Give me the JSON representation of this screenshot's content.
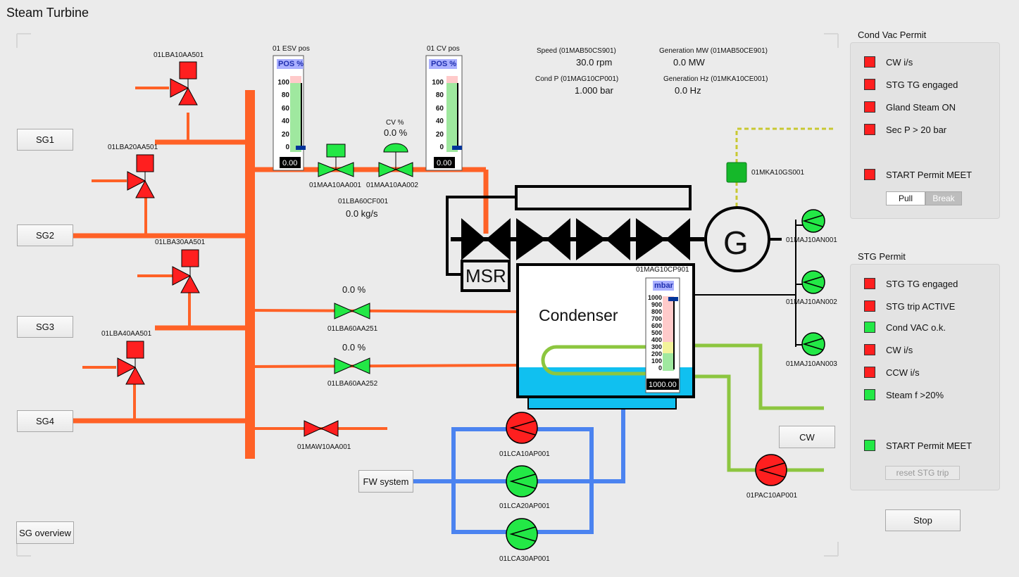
{
  "window": {
    "title": "Steam Turbine"
  },
  "colors": {
    "steam": "#ff6126",
    "red": "#ff1f1f",
    "green": "#23e846",
    "blue": "#4b83f0",
    "lime": "#8cc63f",
    "water": "#10c0f0",
    "yellowDash": "#c8c832"
  },
  "sg_buttons": {
    "sg1": "SG1",
    "sg2": "SG2",
    "sg3": "SG3",
    "sg4": "SG4",
    "overview": "SG overview"
  },
  "valves": {
    "lba10": "01LBA10AA501",
    "lba20": "01LBA20AA501",
    "lba30": "01LBA30AA501",
    "lba40": "01LBA40AA501",
    "maa10": "01MAA10AA001",
    "maa10_002": "01MAA10AA002",
    "lba60_251": "01LBA60AA251",
    "lba60_252": "01LBA60AA252",
    "maw10": "01MAW10AA001"
  },
  "gauges": {
    "esv": {
      "title": "01 ESV pos",
      "unit": "POS %",
      "readout": "0.00",
      "ticks": [
        "100",
        "80",
        "60",
        "40",
        "20",
        "0"
      ]
    },
    "cv": {
      "title": "01 CV pos",
      "unit": "POS %",
      "readout": "0.00",
      "ticks": [
        "100",
        "80",
        "60",
        "40",
        "20",
        "0"
      ]
    },
    "cond": {
      "title": "01MAG10CP901",
      "unit": "mbar",
      "readout": "1000.00",
      "ticks": [
        "1000",
        "900",
        "800",
        "700",
        "600",
        "500",
        "400",
        "300",
        "200",
        "100",
        "0"
      ]
    }
  },
  "cv_pct": {
    "label": "CV %",
    "value": "0.0 %"
  },
  "bypass1_pct": "0.0 %",
  "bypass2_pct": "0.0 %",
  "flow": {
    "tag": "01LBA60CF001",
    "value": "0.0 kg/s"
  },
  "measurements": {
    "speed": {
      "label": "Speed (01MAB50CS901)",
      "value": "30.0 rpm"
    },
    "gen_mw": {
      "label": "Generation MW (01MAB50CE901)",
      "value": "0.0 MW"
    },
    "cond_p": {
      "label": "Cond P (01MAG10CP001)",
      "value": "1.000 bar"
    },
    "gen_hz": {
      "label": "Generation Hz (01MKA10CE001)",
      "value": "0.0 Hz"
    }
  },
  "equipment": {
    "gs": "01MKA10GS001",
    "generator": "G",
    "msr": "MSR",
    "condenser": "Condenser",
    "vac1": "01MAJ10AN001",
    "vac2": "01MAJ10AN002",
    "vac3": "01MAJ10AN003",
    "cep1": "01LCA10AP001",
    "cep2": "01LCA20AP001",
    "cep3": "01LCA30AP001",
    "cwp": "01PAC10AP001"
  },
  "buttons": {
    "fw": "FW system",
    "cw": "CW",
    "stop": "Stop",
    "pull": "Pull",
    "brk": "Break",
    "reset": "reset STG trip"
  },
  "cond_vac_permit": {
    "title": "Cond Vac Permit",
    "items": [
      {
        "label": "CW i/s",
        "state": "red"
      },
      {
        "label": "STG TG engaged",
        "state": "red"
      },
      {
        "label": "Gland Steam ON",
        "state": "red"
      },
      {
        "label": "Sec P > 20 bar",
        "state": "red"
      }
    ],
    "start": {
      "label": "START Permit MEET",
      "state": "red"
    }
  },
  "stg_permit": {
    "title": "STG Permit",
    "items": [
      {
        "label": "STG TG engaged",
        "state": "red"
      },
      {
        "label": "STG trip ACTIVE",
        "state": "red"
      },
      {
        "label": "Cond VAC o.k.",
        "state": "green"
      },
      {
        "label": "CW i/s",
        "state": "red"
      },
      {
        "label": "CCW i/s",
        "state": "red"
      },
      {
        "label": "Steam f >20%",
        "state": "green"
      }
    ],
    "start": {
      "label": "START Permit MEET",
      "state": "green"
    }
  },
  "levels": {
    "esv_pos": 0.0,
    "cv_pos": 0.0,
    "cond_mbar": 1000
  }
}
